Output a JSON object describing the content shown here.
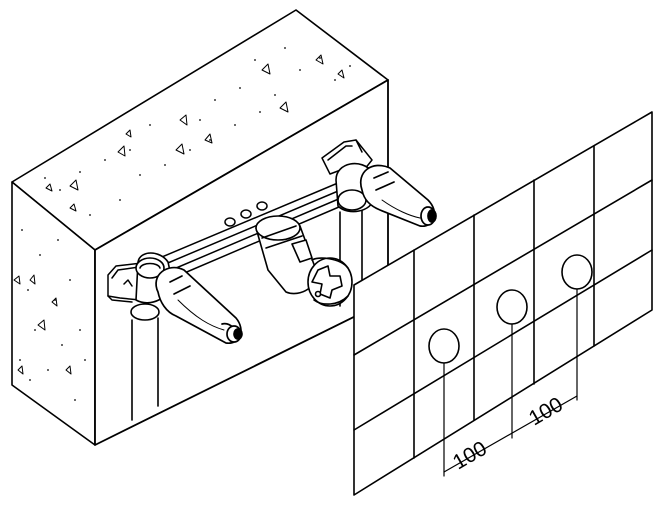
{
  "figure": {
    "type": "isometric technical drawing",
    "stroke_color": "#000000",
    "background_color": "#ffffff"
  },
  "dimensions": {
    "left_label": "100",
    "right_label": "100"
  }
}
